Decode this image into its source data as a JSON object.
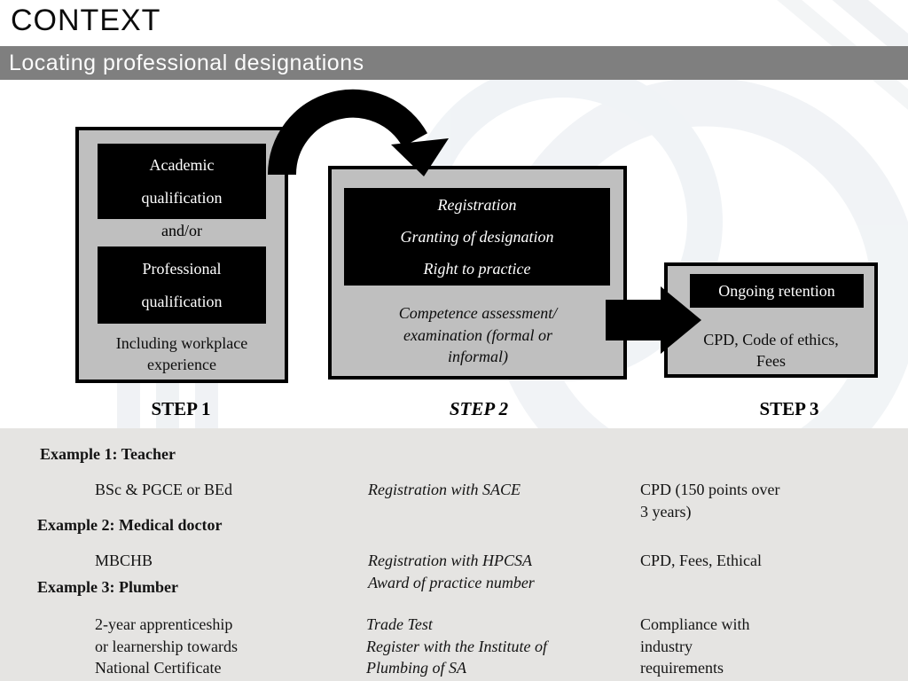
{
  "slide": {
    "title": "CONTEXT",
    "subtitle": "Locating professional designations"
  },
  "colors": {
    "subtitle_bar": "#7f7f7f",
    "step_box_fill": "#bfbfbf",
    "inner_box_fill": "#000000",
    "examples_panel": "#e5e4e2",
    "arrow": "#000000"
  },
  "diagram": {
    "step1": {
      "label": "STEP 1",
      "academic": [
        "Academic",
        "qualification"
      ],
      "connector": "and/or",
      "professional": [
        "Professional",
        "qualification"
      ],
      "note": [
        "Including workplace",
        "experience"
      ]
    },
    "step2": {
      "label": "STEP 2",
      "box": [
        "Registration",
        "Granting of designation",
        "Right to practice"
      ],
      "note": [
        "Competence assessment/",
        "examination (formal or",
        "informal)"
      ]
    },
    "step3": {
      "label": "STEP 3",
      "box": "Ongoing retention",
      "note": [
        "CPD, Code of ethics,",
        "Fees"
      ]
    }
  },
  "examples": [
    {
      "heading": "Example 1: Teacher",
      "qualification": [
        "BSc & PGCE or BEd"
      ],
      "registration": [
        "Registration with SACE"
      ],
      "retention": [
        "CPD (150 points over",
        "3 years)"
      ]
    },
    {
      "heading": "Example 2: Medical doctor",
      "qualification": [
        "MBCHB"
      ],
      "registration": [
        "Registration with HPCSA",
        "Award of practice number"
      ],
      "retention": [
        "CPD, Fees, Ethical"
      ]
    },
    {
      "heading": "Example 3: Plumber",
      "qualification": [
        "2-year apprenticeship",
        "or learnership towards",
        "National Certificate"
      ],
      "registration": [
        "Trade Test",
        "Register with the Institute of",
        "Plumbing of SA"
      ],
      "retention": [
        "Compliance with",
        "industry",
        "requirements"
      ]
    }
  ]
}
